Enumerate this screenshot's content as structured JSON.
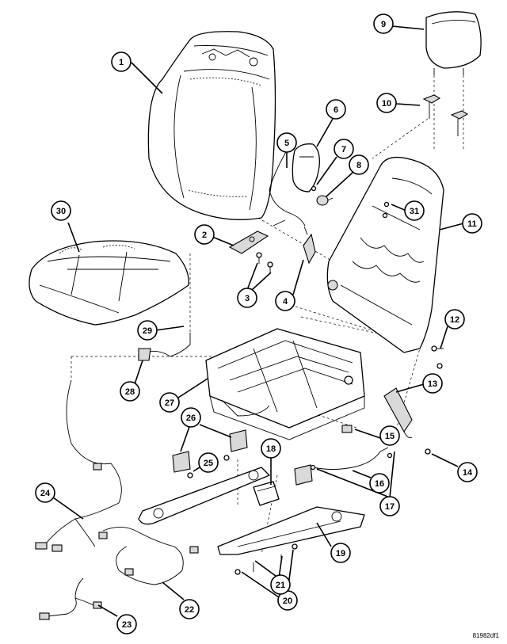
{
  "diagram": {
    "reference_code": "81982df1",
    "callouts": [
      {
        "id": "callout-1",
        "label": "1"
      },
      {
        "id": "callout-2",
        "label": "2"
      },
      {
        "id": "callout-3",
        "label": "3"
      },
      {
        "id": "callout-4",
        "label": "4"
      },
      {
        "id": "callout-5",
        "label": "5"
      },
      {
        "id": "callout-6",
        "label": "6"
      },
      {
        "id": "callout-7",
        "label": "7"
      },
      {
        "id": "callout-8",
        "label": "8"
      },
      {
        "id": "callout-9",
        "label": "9"
      },
      {
        "id": "callout-10",
        "label": "10"
      },
      {
        "id": "callout-11",
        "label": "11"
      },
      {
        "id": "callout-12",
        "label": "12"
      },
      {
        "id": "callout-13",
        "label": "13"
      },
      {
        "id": "callout-14",
        "label": "14"
      },
      {
        "id": "callout-15",
        "label": "15"
      },
      {
        "id": "callout-16",
        "label": "16"
      },
      {
        "id": "callout-17",
        "label": "17"
      },
      {
        "id": "callout-18",
        "label": "18"
      },
      {
        "id": "callout-19",
        "label": "19"
      },
      {
        "id": "callout-20",
        "label": "20"
      },
      {
        "id": "callout-21",
        "label": "21"
      },
      {
        "id": "callout-22",
        "label": "22"
      },
      {
        "id": "callout-23",
        "label": "23"
      },
      {
        "id": "callout-24",
        "label": "24"
      },
      {
        "id": "callout-25",
        "label": "25"
      },
      {
        "id": "callout-26",
        "label": "26"
      },
      {
        "id": "callout-27",
        "label": "27"
      },
      {
        "id": "callout-28",
        "label": "28"
      },
      {
        "id": "callout-29",
        "label": "29"
      },
      {
        "id": "callout-30",
        "label": "30"
      },
      {
        "id": "callout-31",
        "label": "31"
      }
    ]
  }
}
